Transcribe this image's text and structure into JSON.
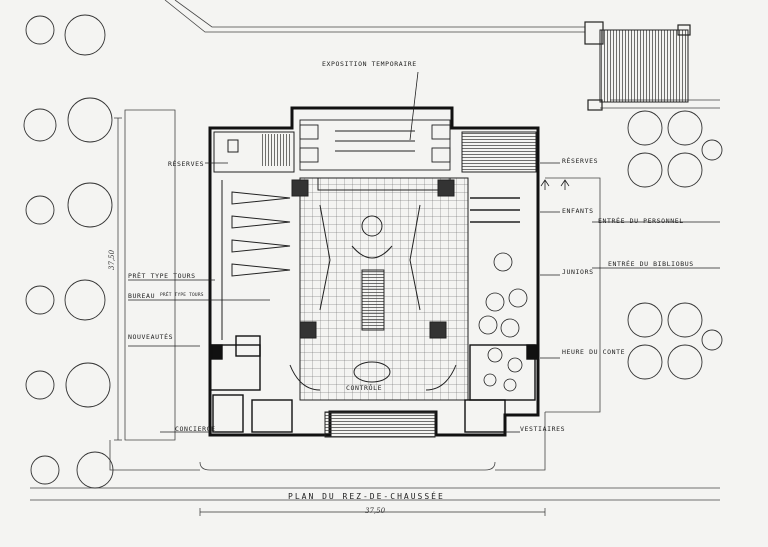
{
  "labels": {
    "exposition": "EXPOSITION TEMPORAIRE",
    "reserves_left": "RÉSERVES",
    "reserves_right": "RÉSERVES",
    "enfants": "ENFANTS",
    "entree_personnel": "ENTRÉE DU PERSONNEL",
    "juniors": "JUNIORS",
    "entree_bibliobus": "ENTRÉE DU BIBLIOBUS",
    "pret_type_tours": "PRÊT TYPE TOURS",
    "bureau": "BUREAU",
    "bureau_sub": "PRÊT TYPE TOURS",
    "nouveautes": "NOUVEAUTÉS",
    "heure_du_conte": "HEURE DU CONTE",
    "controle": "CONTRÔLE",
    "concierge": "CONCIERGE",
    "vestiaires": "VESTIAIRES"
  },
  "title": "PLAN DU REZ-DE-CHAUSSÉE",
  "dimensions": {
    "width": "37,50",
    "height": "37,50"
  }
}
